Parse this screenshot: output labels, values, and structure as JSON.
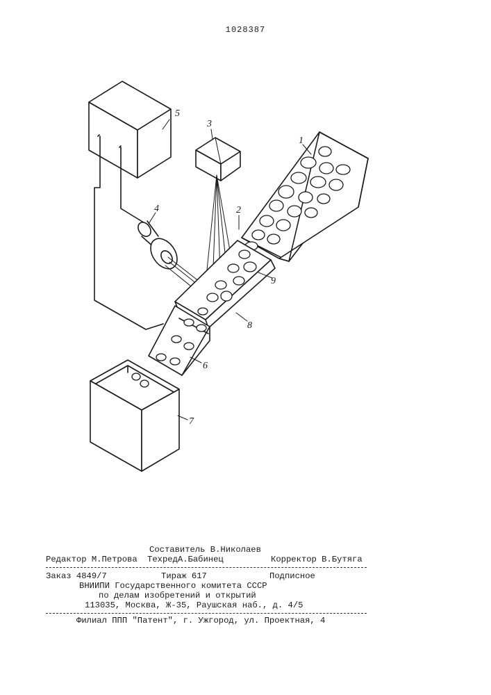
{
  "patent_number": "1028387",
  "figure_labels": {
    "hopper": "1",
    "chute": "2",
    "light_source": "3",
    "photodetector": "4",
    "control_unit": "5",
    "flap": "6",
    "collector": "7",
    "beam_zone": "8",
    "item": "9"
  },
  "imprint": {
    "compiler": "Составитель В.Николаев",
    "editor": "Редактор М.Петрова",
    "techred": "ТехредА.Бабинец",
    "corrector": "Корректор В.Бутяга",
    "order": "Заказ 4849/7",
    "circulation": "Тираж 617",
    "subscription": "Подписное",
    "publisher_line1": "ВНИИПИ Государственного комитета СССР",
    "publisher_line2": "по делам изобретений и открытий",
    "address": "113035, Москва, Ж-35, Раушская наб., д. 4/5",
    "branch": "Филиал ППП \"Патент\", г. Ужгород, ул. Проектная, 4"
  }
}
